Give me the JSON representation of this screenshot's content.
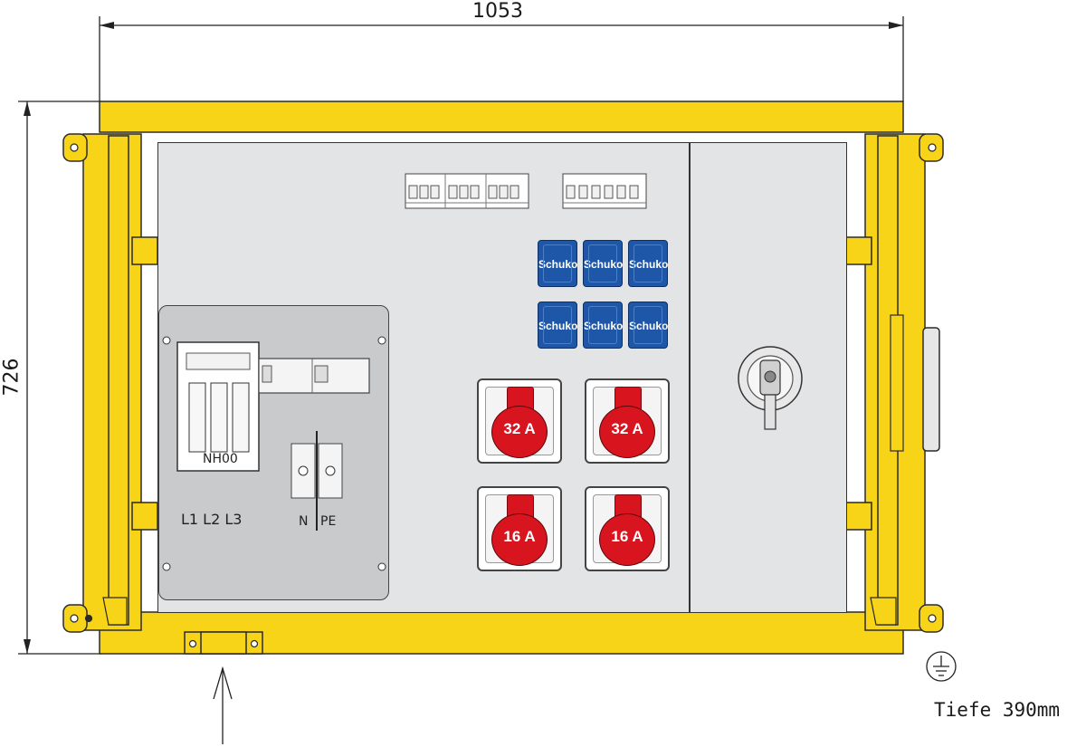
{
  "dimensions": {
    "width_label": "1053",
    "height_label": "726"
  },
  "fuse_switch": {
    "label": "NH00",
    "phases": "L1 L2 L3"
  },
  "terminals": {
    "n_label": "N",
    "pe_label": "PE"
  },
  "schuko_sockets": [
    "Schuko",
    "Schuko",
    "Schuko",
    "Schuko",
    "Schuko",
    "Schuko"
  ],
  "cee_sockets": [
    "32 A",
    "32 A",
    "16 A",
    "16 A"
  ],
  "depth_label": "Tiefe 390mm",
  "colors": {
    "frame": "#f7d417",
    "panel": "#e3e4e6",
    "schuko": "#1f57a8",
    "cee": "#d8141f"
  }
}
